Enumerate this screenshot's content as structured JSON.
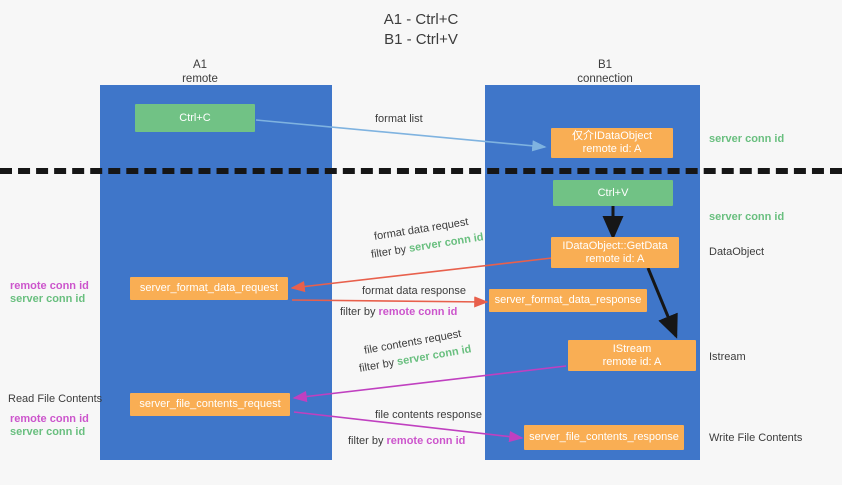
{
  "title": {
    "line1": "A1 - Ctrl+C",
    "line2": "B1 - Ctrl+V"
  },
  "columns": {
    "left": {
      "name": "A1",
      "role": "remote"
    },
    "right": {
      "name": "B1",
      "role": "connection"
    }
  },
  "colors": {
    "lane": "#3f76c9",
    "green_box": "#71c285",
    "orange_box": "#f9ae54",
    "server_conn_id": "#69bf7f",
    "remote_conn_id": "#cc55cc",
    "arrow_blue": "#7fb3e0",
    "arrow_red": "#e8604c",
    "arrow_purple": "#c040c0",
    "arrow_black": "#161616",
    "divider": "#161616"
  },
  "boxes": {
    "ctrl_c": "Ctrl+C",
    "ctrl_v": "Ctrl+V",
    "idataobject_line1": "仅介IDataObject",
    "idataobject_line2": "remote id: A",
    "getdata_line1": "IDataObject::GetData",
    "getdata_line2": "remote id: A",
    "istream_line1": "IStream",
    "istream_line2": "remote id: A",
    "server_format_data_request": "server_format_data_request",
    "server_format_data_response": "server_format_data_response",
    "server_file_contents_request": "server_file_contents_request",
    "server_file_contents_response": "server_file_contents_response"
  },
  "arrow_labels": {
    "format_list": "format list",
    "format_data_request": "format data request",
    "format_data_filter_prefix": "filter by ",
    "format_data_filter_value": "server conn id",
    "format_data_response": "format data response",
    "format_response_filter_prefix": "filter by ",
    "format_response_filter_value": "remote conn id",
    "file_contents_request": "file contents request",
    "file_request_filter_prefix": "filter by ",
    "file_request_filter_value": "server conn id",
    "file_contents_response": "file contents response",
    "file_response_filter_prefix": "filter by ",
    "file_response_filter_value": "remote conn id"
  },
  "right_annotations": {
    "server_conn_id_top": "server conn id",
    "server_conn_id_mid": "server conn id",
    "dataobject": "DataObject",
    "istream": "Istream",
    "write_file_contents": "Write File Contents"
  },
  "left_annotations": {
    "group1_remote": "remote conn id",
    "group1_server": "server conn id",
    "read_file_contents": "Read File Contents",
    "group2_remote": "remote conn id",
    "group2_server": "server conn id"
  }
}
